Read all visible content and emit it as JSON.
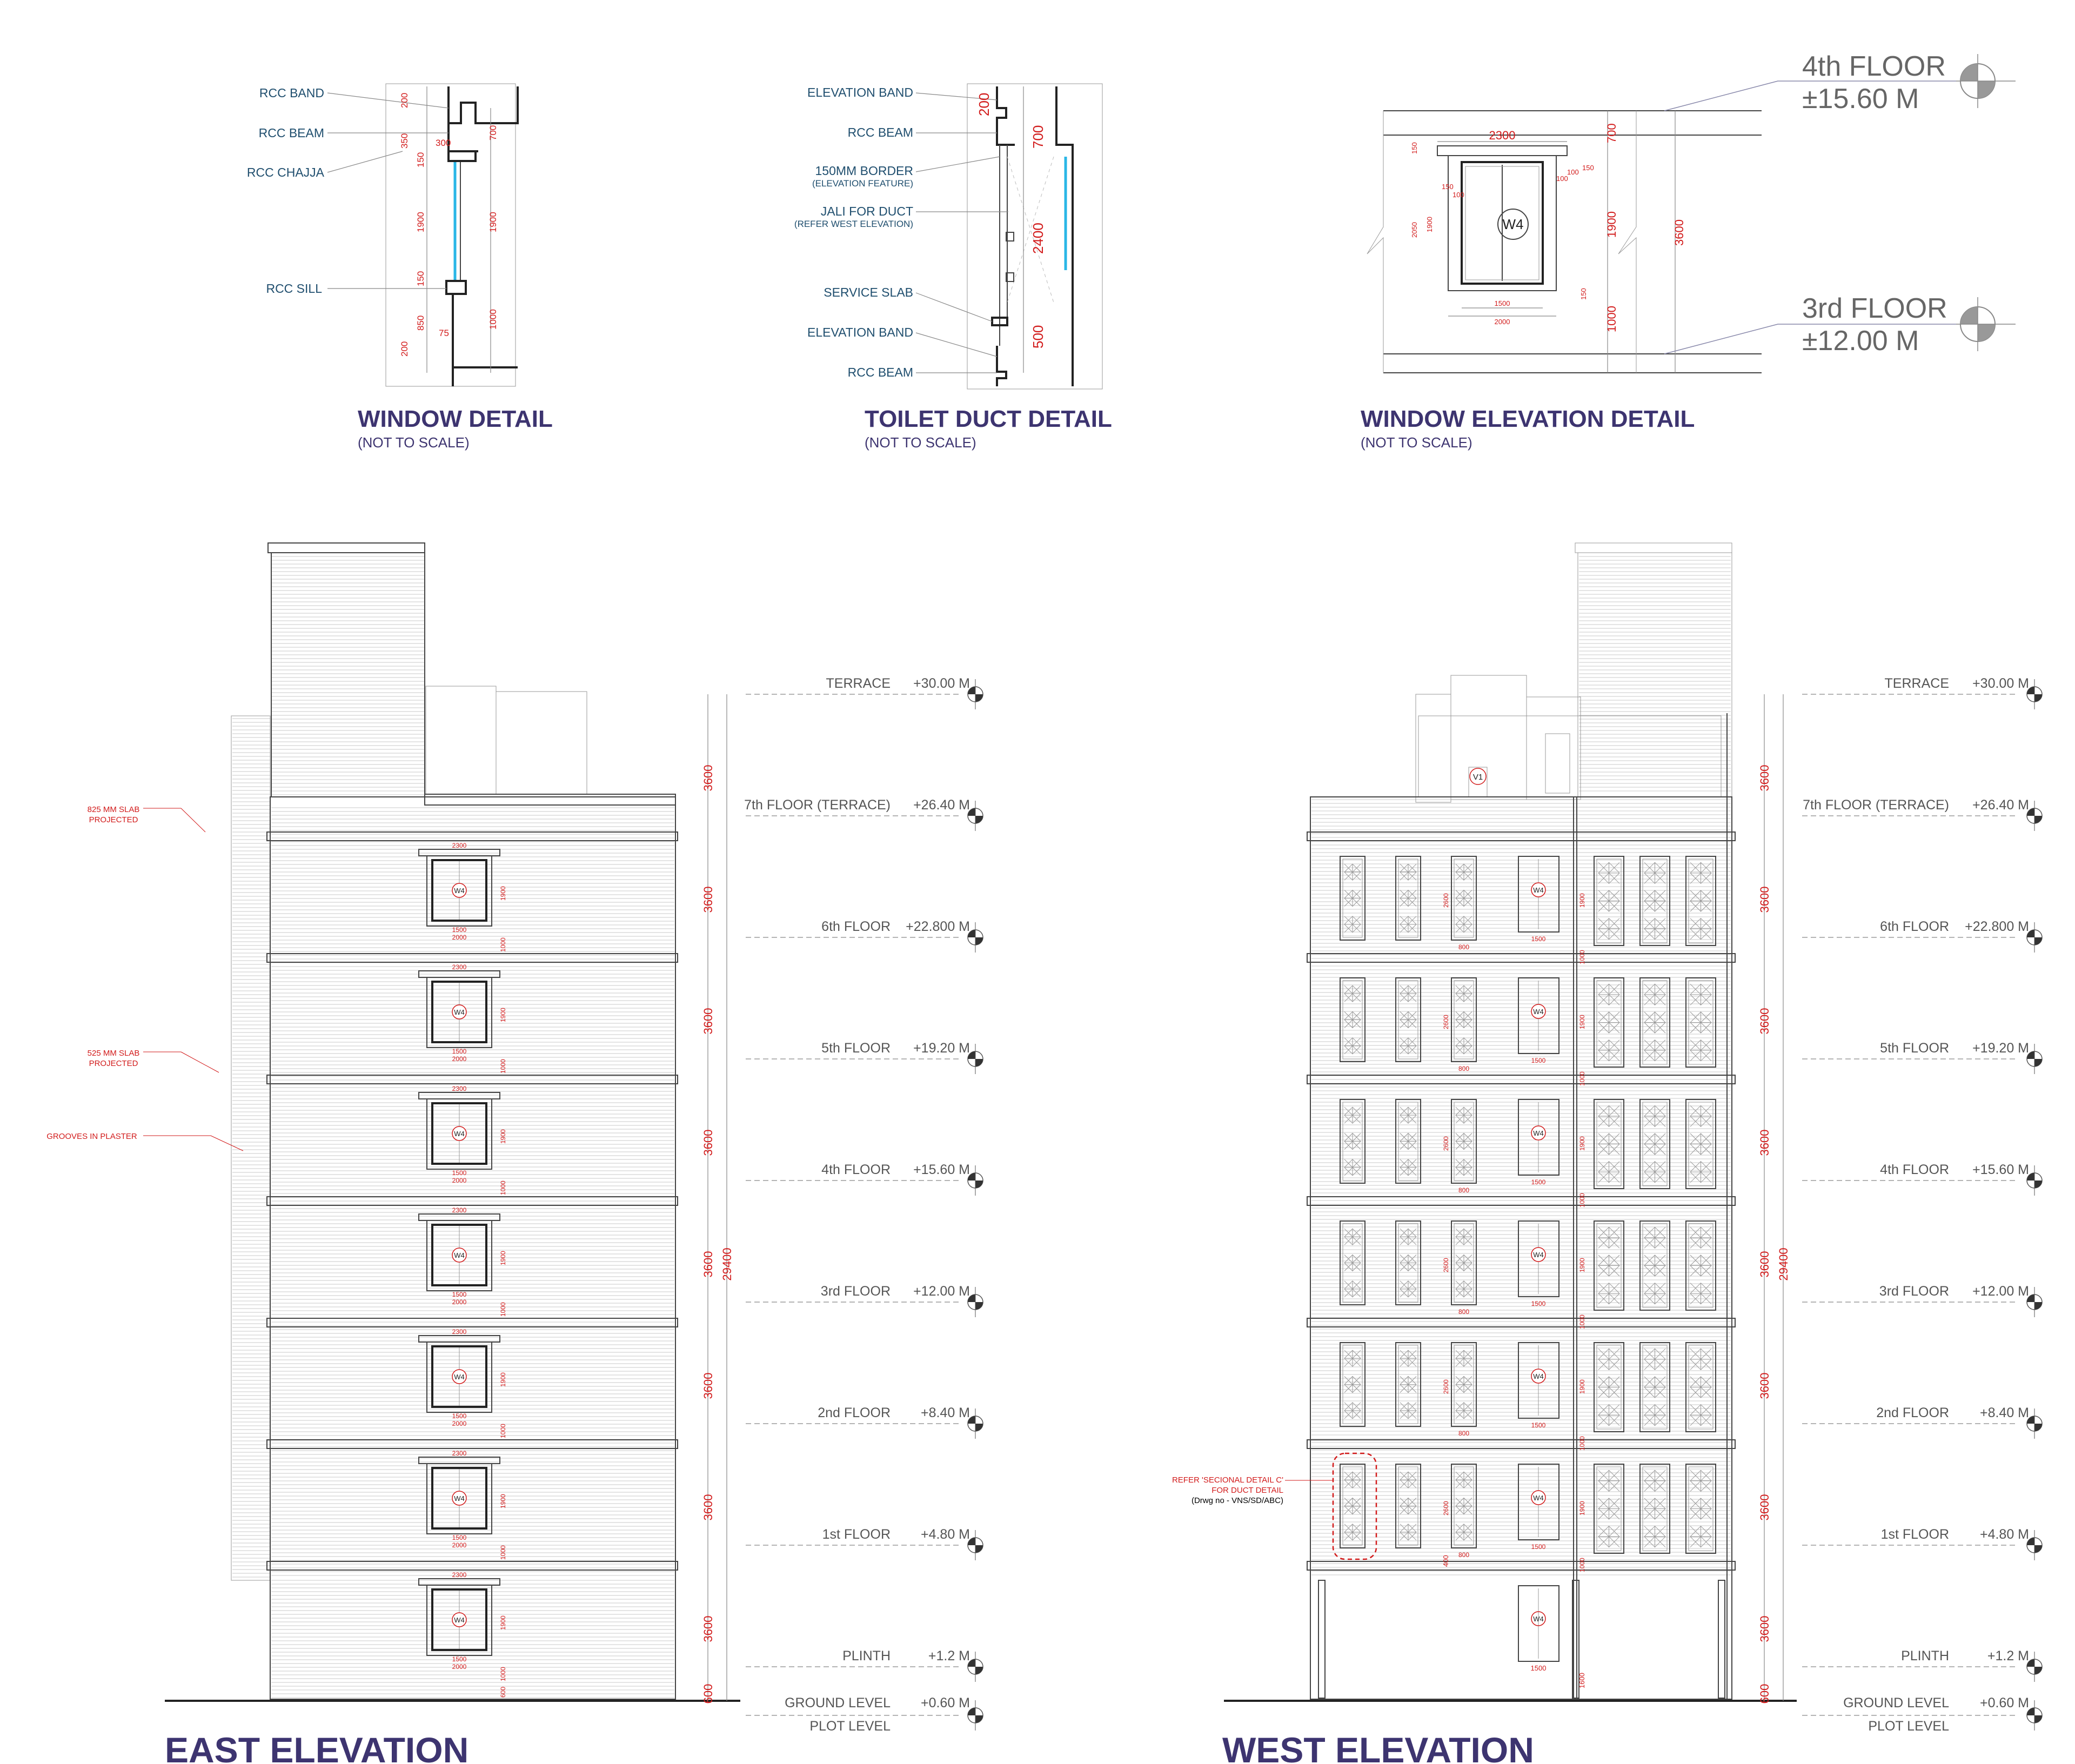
{
  "window_detail": {
    "title": "WINDOW DETAIL",
    "subtitle": "(NOT TO SCALE)",
    "labels": [
      "RCC BAND",
      "RCC BEAM",
      "RCC CHAJJA",
      "RCC SILL"
    ],
    "dims": [
      "200",
      "350",
      "150",
      "300",
      "700",
      "1900",
      "1900",
      "150",
      "850",
      "75",
      "200",
      "1000"
    ]
  },
  "toilet_duct_detail": {
    "title": "TOILET DUCT DETAIL",
    "subtitle": "(NOT TO SCALE)",
    "labels": [
      "ELEVATION BAND",
      "RCC BEAM",
      "150MM BORDER",
      "JALI FOR DUCT",
      "SERVICE SLAB",
      "ELEVATION BAND",
      "RCC BEAM"
    ],
    "sublabels": [
      "(ELEVATION FEATURE)",
      "(REFER WEST ELEVATION)"
    ],
    "dims": [
      "200",
      "700",
      "2400",
      "500"
    ]
  },
  "window_elevation_detail": {
    "title": "WINDOW ELEVATION DETAIL",
    "subtitle": "(NOT TO SCALE)",
    "tag": "W4",
    "dims": [
      "2300",
      "150",
      "100",
      "150",
      "150",
      "2050",
      "1900",
      "1900",
      "150",
      "1500",
      "2000",
      "1000",
      "700",
      "3600",
      "100",
      "100"
    ],
    "levels": [
      {
        "name": "4th FLOOR",
        "value": "±15.60 M"
      },
      {
        "name": "3rd FLOOR",
        "value": "±12.00 M"
      }
    ]
  },
  "east_elevation": {
    "title": "EAST ELEVATION",
    "notes": [
      {
        "line1": "825 MM SLAB",
        "line2": "PROJECTED"
      },
      {
        "line1": "525 MM SLAB",
        "line2": "PROJECTED"
      },
      {
        "line1": "GROOVES IN PLASTER",
        "line2": ""
      }
    ],
    "window_tag": "W4",
    "window_dims": {
      "top": "2300",
      "height": "1900",
      "inner": "1500",
      "outer": "2000",
      "sill": "1000",
      "ground_sill": "600"
    }
  },
  "west_elevation": {
    "title": "WEST ELEVATION",
    "window_tag": "W4",
    "vent_tag": "V1",
    "window_dims": {
      "jali_height": "2600",
      "jali_width": "800",
      "w4_width": "1500",
      "right_height": "1900",
      "right_sill": "1000",
      "ground_left": "400",
      "ground_right": "1600"
    },
    "note": {
      "line1": "REFER 'SECIONAL DETAIL C'",
      "line2": "FOR DUCT DETAIL",
      "line3": "(Drwg no - VNS/SD/ABC)"
    }
  },
  "levels": [
    {
      "name": "TERRACE",
      "value": "+30.00 M"
    },
    {
      "name": "7th FLOOR (TERRACE)",
      "value": "+26.40 M"
    },
    {
      "name": "6th FLOOR",
      "value": "+22.800 M"
    },
    {
      "name": "5th FLOOR",
      "value": "+19.20 M"
    },
    {
      "name": "4th FLOOR",
      "value": "+15.60 M"
    },
    {
      "name": "3rd FLOOR",
      "value": "+12.00 M"
    },
    {
      "name": "2nd FLOOR",
      "value": "+8.40 M"
    },
    {
      "name": "1st FLOOR",
      "value": "+4.80 M"
    },
    {
      "name": "PLINTH",
      "value": "+1.2 M"
    },
    {
      "name": "GROUND LEVEL",
      "value": "+0.60 M"
    },
    {
      "name": "PLOT LEVEL",
      "value": ""
    }
  ],
  "storey_dims": [
    "3600",
    "3600",
    "3600",
    "3600",
    "3600",
    "3600",
    "3600",
    "3600",
    "600"
  ],
  "total_height": "29400",
  "colors": {
    "title": "#3d3470",
    "label": "#1f4e6e",
    "dimension": "#d21b1b",
    "line": "#444444",
    "glass": "#29b6e6"
  }
}
